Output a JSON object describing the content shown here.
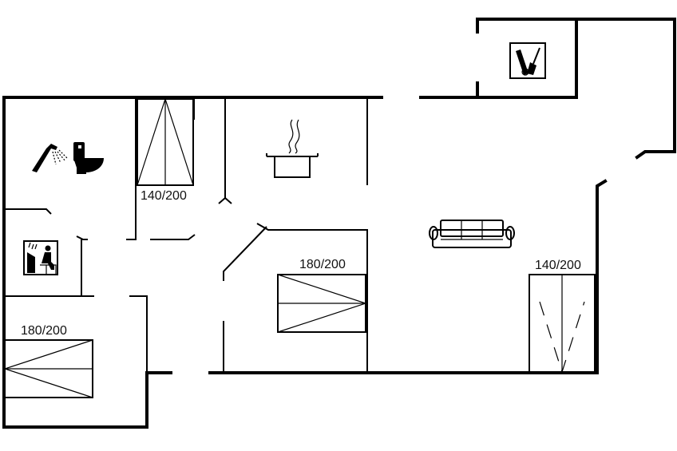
{
  "bed_labels": {
    "bunk_top": "140/200",
    "bed_center": "180/200",
    "bed_left": "180/200",
    "bed_right": "140/200"
  },
  "icons": [
    "shower-icon",
    "toilet-icon",
    "sauna-icon",
    "cooking-pot-icon",
    "sofa-icon",
    "cleaning-tools-icon"
  ]
}
